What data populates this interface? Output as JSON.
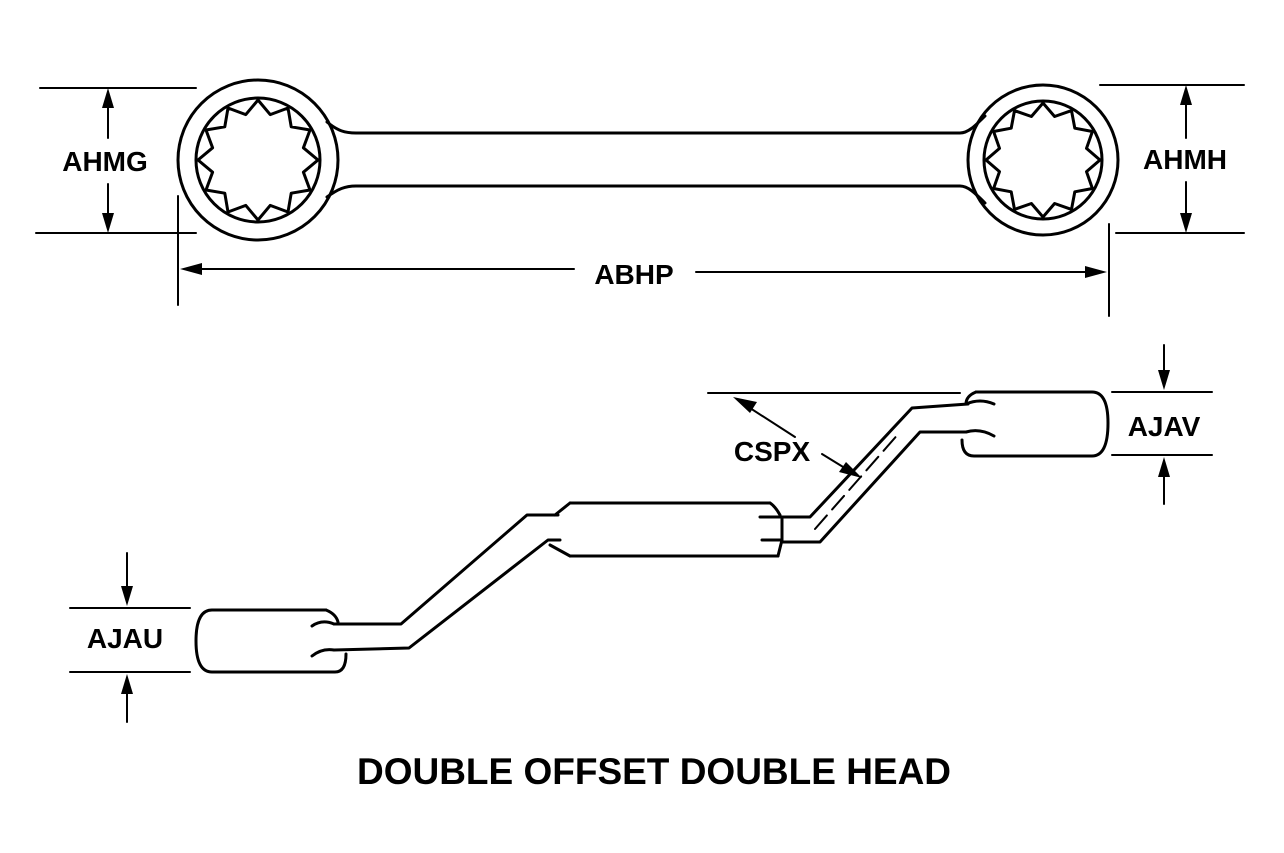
{
  "labels": {
    "head_left_dim": "AHMG",
    "head_right_dim": "AHMH",
    "overall_length": "ABHP",
    "offset_angle": "CSPX",
    "end_left_thickness": "AJAU",
    "end_right_thickness": "AJAV"
  },
  "title": "DOUBLE OFFSET DOUBLE HEAD",
  "colors": {
    "ink": "#000000",
    "background": "#ffffff"
  }
}
